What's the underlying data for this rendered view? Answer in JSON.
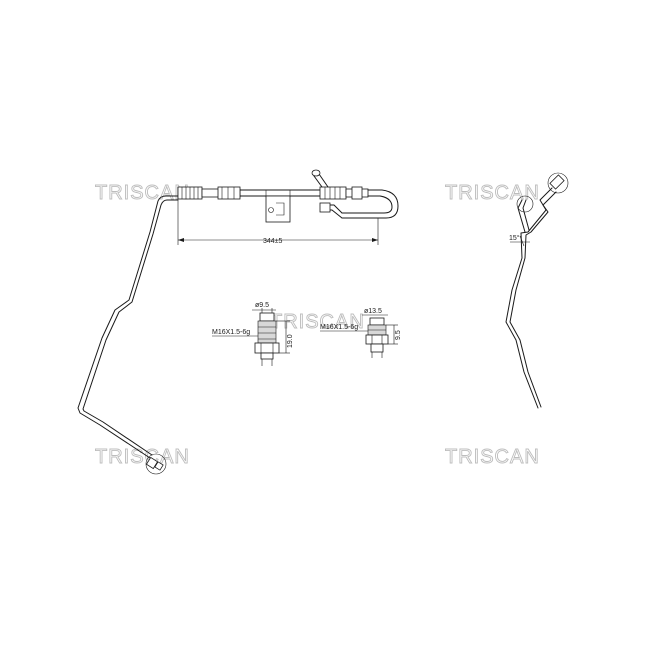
{
  "watermarks": [
    "TRISCAN",
    "TRISCAN",
    "TRISCAN",
    "TRISCAN",
    "TRISCAN"
  ],
  "dimensions": {
    "length": "344±5",
    "angle": "15°",
    "fitting_left_dia": "ø9.5",
    "fitting_left_thread": "M16X1.5-6g",
    "fitting_left_len": "19.0",
    "fitting_right_dia": "ø13.5",
    "fitting_right_thread": "M16X1.5-6g",
    "fitting_right_len": "9.5"
  }
}
